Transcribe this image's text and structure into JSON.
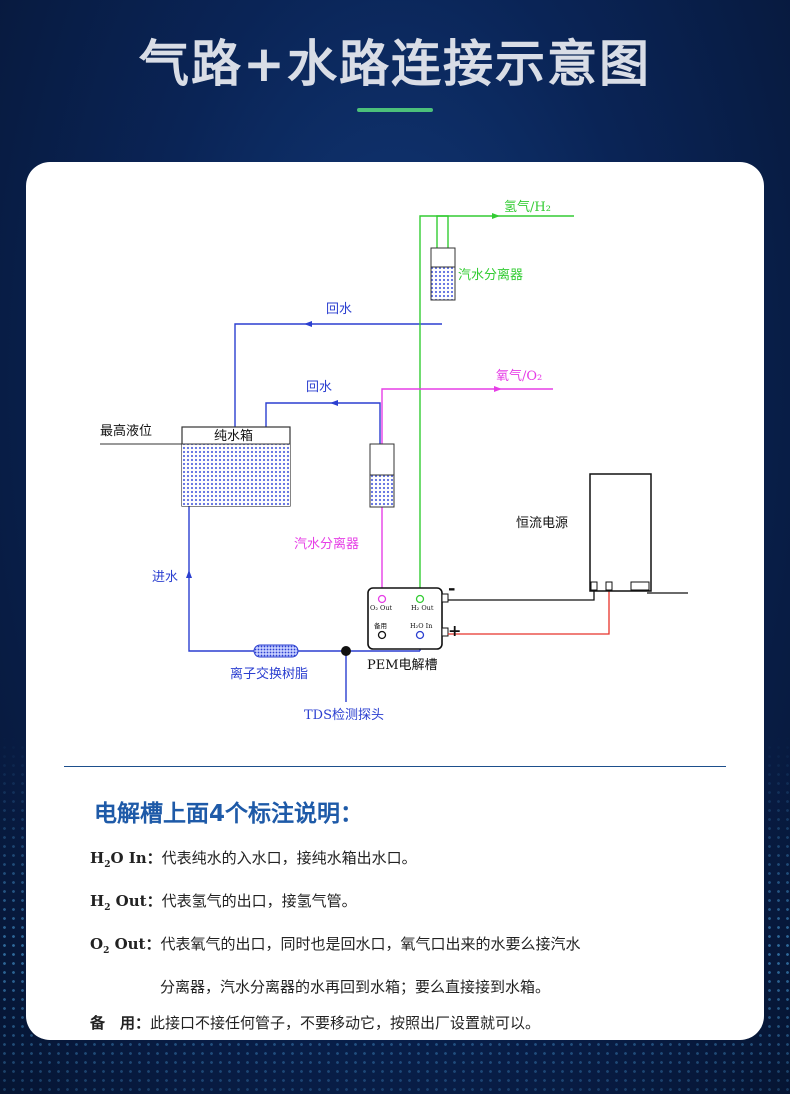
{
  "header": {
    "title": "气路+水路连接示意图"
  },
  "colors": {
    "accent_green": "#4cc07a",
    "water_line": "#2b3fd0",
    "hydrogen_line": "#33cc33",
    "oxygen_line": "#e63ee6",
    "negative_wire": "#111111",
    "positive_wire": "#e8332a",
    "explain_title": "#1e5aa8"
  },
  "diagram": {
    "hydrogen_label": "氢气/H₂",
    "oxygen_label": "氧气/O₂",
    "separator_top_label": "汽水分离器",
    "separator_bottom_label": "汽水分离器",
    "return_water_upper": "回水",
    "return_water_lower": "回水",
    "max_level_label": "最高液位",
    "tank_label": "纯水箱",
    "inlet_water_label": "进水",
    "resin_label": "离子交换树脂",
    "tds_label": "TDS检测探头",
    "power_label": "恒流电源",
    "cell_label": "PEM电解槽",
    "port_o2_out": "O₂ Out",
    "port_h2_out": "H₂ Out",
    "port_spare": "备用",
    "port_h2o_in": "H₂O In",
    "minus_sign": "-",
    "plus_sign": "+"
  },
  "explain": {
    "title": "电解槽上面4个标注说明：",
    "items": [
      {
        "term_main": "H",
        "term_sub": "2",
        "term_rest": "O In：",
        "text": "代表纯水的入水口，接纯水箱出水口。"
      },
      {
        "term_main": "H",
        "term_sub": "2",
        "term_rest": " Out：",
        "text": "代表氢气的出口，接氢气管。"
      },
      {
        "term_main": "O",
        "term_sub": "2",
        "term_rest": " Out：",
        "text": "代表氧气的出口，同时也是回水口，氧气口出来的水要么接汽水",
        "continuation": "分离器，汽水分离器的水再回到水箱；要么直接接到水箱。"
      },
      {
        "term_main": "备　用：",
        "term_sub": "",
        "term_rest": "",
        "text": "此接口不接任何管子，不要移动它，按照出厂设置就可以。"
      }
    ]
  }
}
